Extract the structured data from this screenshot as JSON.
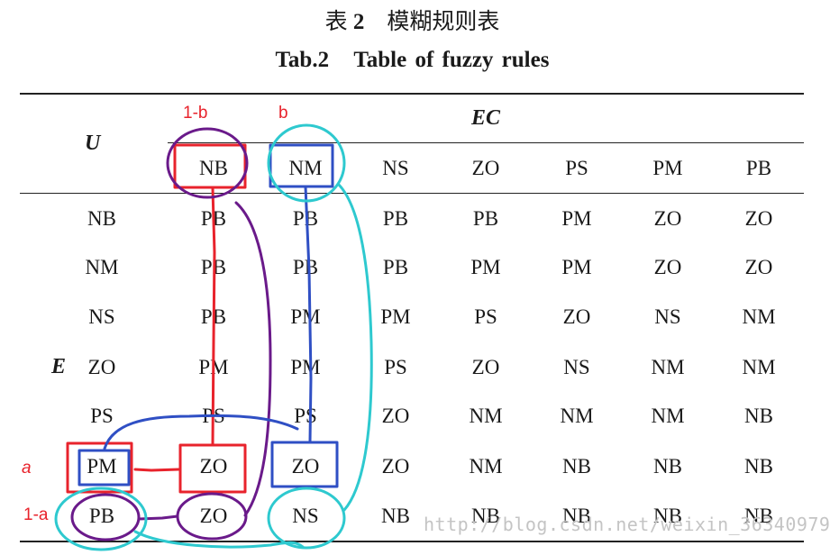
{
  "caption": {
    "cn_prefix": "表",
    "cn_number": "2",
    "cn_title": "模糊规则表",
    "en": "Tab.2   Table of fuzzy rules"
  },
  "table": {
    "corner_label": "U",
    "col_group_label": "EC",
    "row_group_label": "E",
    "columns": [
      "NB",
      "NM",
      "NS",
      "ZO",
      "PS",
      "PM",
      "PB"
    ],
    "rows": [
      {
        "label": "NB",
        "cells": [
          "PB",
          "PB",
          "PB",
          "PB",
          "PM",
          "ZO",
          "ZO"
        ]
      },
      {
        "label": "NM",
        "cells": [
          "PB",
          "PB",
          "PB",
          "PM",
          "PM",
          "ZO",
          "ZO"
        ]
      },
      {
        "label": "NS",
        "cells": [
          "PB",
          "PM",
          "PM",
          "PS",
          "ZO",
          "NS",
          "NM"
        ]
      },
      {
        "label": "ZO",
        "cells": [
          "PM",
          "PM",
          "PS",
          "ZO",
          "NS",
          "NM",
          "NM"
        ]
      },
      {
        "label": "PS",
        "cells": [
          "PS",
          "PS",
          "ZO",
          "NM",
          "NM",
          "NM",
          "NB"
        ]
      },
      {
        "label": "PM",
        "cells": [
          "ZO",
          "ZO",
          "ZO",
          "NM",
          "NB",
          "NB",
          "NB"
        ]
      },
      {
        "label": "PB",
        "cells": [
          "ZO",
          "NS",
          "NB",
          "NB",
          "NB",
          "NB",
          "NB"
        ]
      }
    ]
  },
  "annotations": {
    "label_1b": "1-b",
    "label_b": "b",
    "label_a": "a",
    "label_1a": "1-a",
    "colors": {
      "red": "#e8232c",
      "purple": "#6a1a8a",
      "blue": "#2f4fc4",
      "cyan": "#2ec9cf"
    }
  },
  "watermark": "http://blog.csdn.net/weixin_36340979"
}
